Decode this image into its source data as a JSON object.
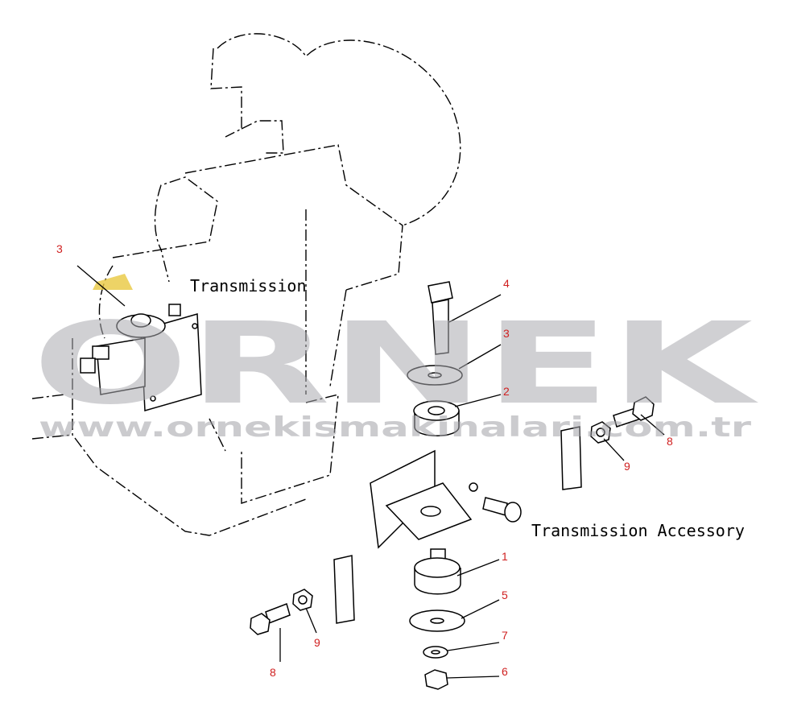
{
  "labels": {
    "transmission": "Transmission",
    "accessory": "Transmission Accessory"
  },
  "watermark": {
    "brand": "ORNEK",
    "url": "www.ornekismakinalari.com.tr"
  },
  "callouts": {
    "c3_left": "3",
    "c4": "4",
    "c3": "3",
    "c2": "2",
    "c8_right": "8",
    "c9_right": "9",
    "c1": "1",
    "c5": "5",
    "c7": "7",
    "c6": "6",
    "c9_left": "9",
    "c8_left": "8"
  },
  "colors": {
    "callout": "#d02020",
    "watermark": "#aaaaaf",
    "accent_triangle": "#e8c840"
  }
}
